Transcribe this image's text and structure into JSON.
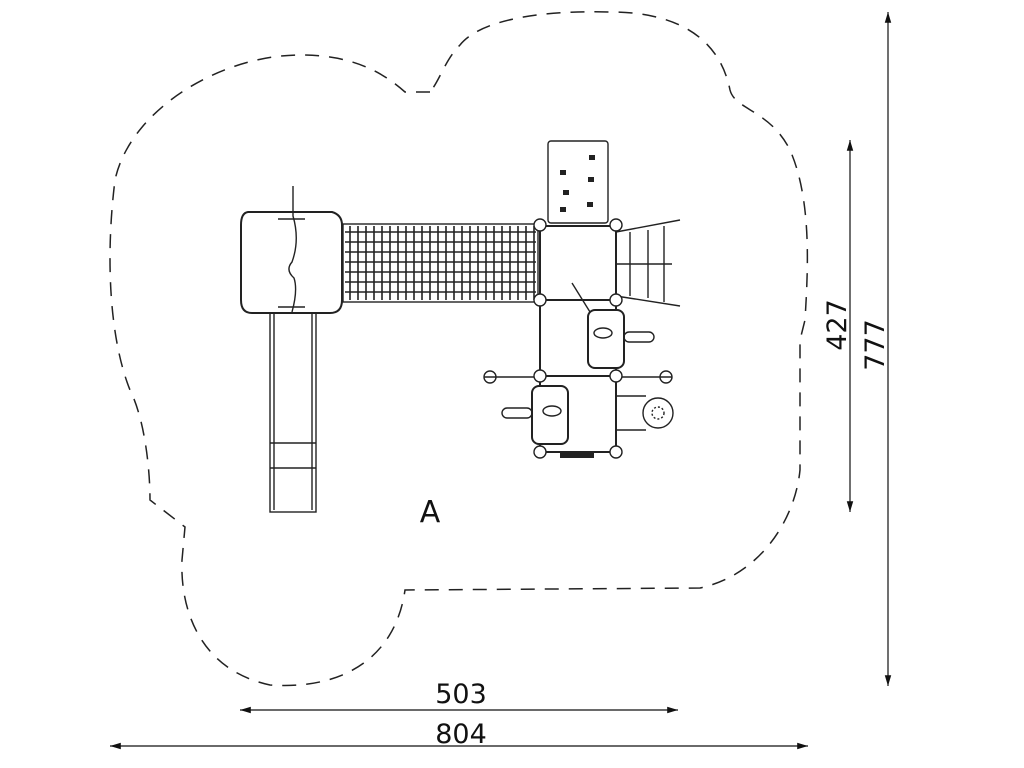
{
  "zone_label": "A",
  "dimensions": {
    "inner_width": "503",
    "total_width": "804",
    "inner_depth": "427",
    "total_depth": "777"
  },
  "colors": {
    "line": "#222222",
    "background": "#ffffff"
  }
}
